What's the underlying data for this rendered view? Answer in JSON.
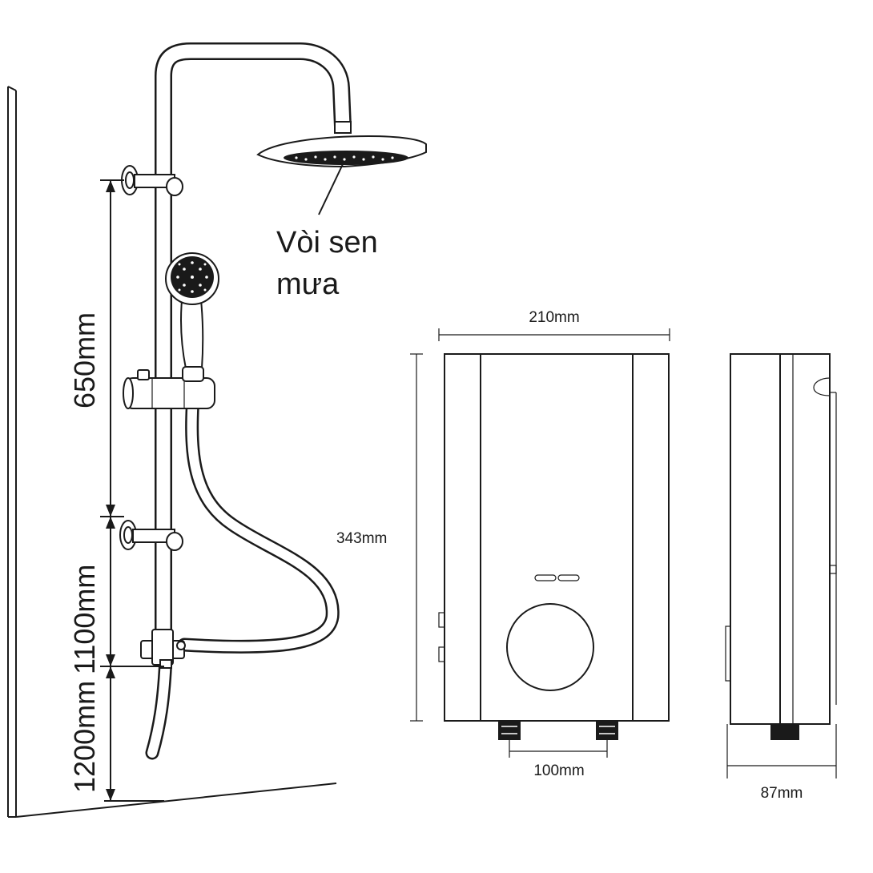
{
  "rain_shower": {
    "label_line1": "Vòi sen",
    "label_line2": "mưa"
  },
  "shower_column_dimensions": {
    "upper": "650mm",
    "middle": "1100mm",
    "lower": "1200mm"
  },
  "heater_dimensions": {
    "width": "210mm",
    "height": "343mm",
    "inlet_spacing": "100mm",
    "depth": "87mm"
  },
  "colors": {
    "line": "#1a1a1a",
    "background": "#ffffff"
  }
}
